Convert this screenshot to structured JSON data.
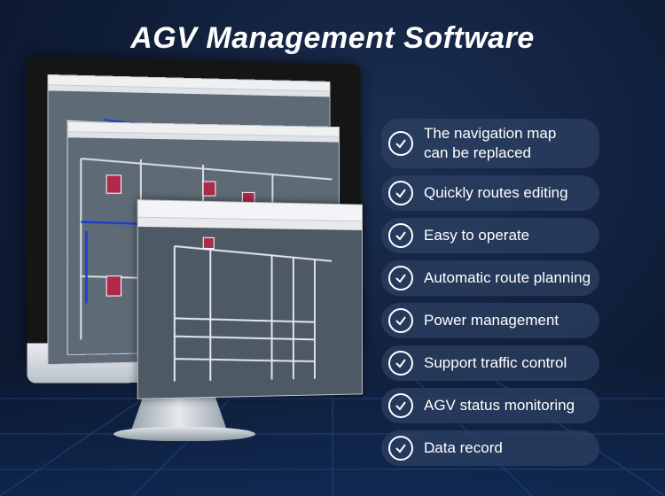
{
  "title": "AGV Management Software",
  "features": [
    "The navigation map can be replaced",
    "Quickly routes editing",
    "Easy to operate",
    "Automatic route planning",
    "Power management",
    "Support traffic control",
    "AGV status monitoring",
    "Data record"
  ],
  "more": "...",
  "colors": {
    "background": "#0f1d38",
    "pill": "#2c4062",
    "text": "#ffffff"
  },
  "icons": {
    "feature": "check-circle-icon"
  }
}
